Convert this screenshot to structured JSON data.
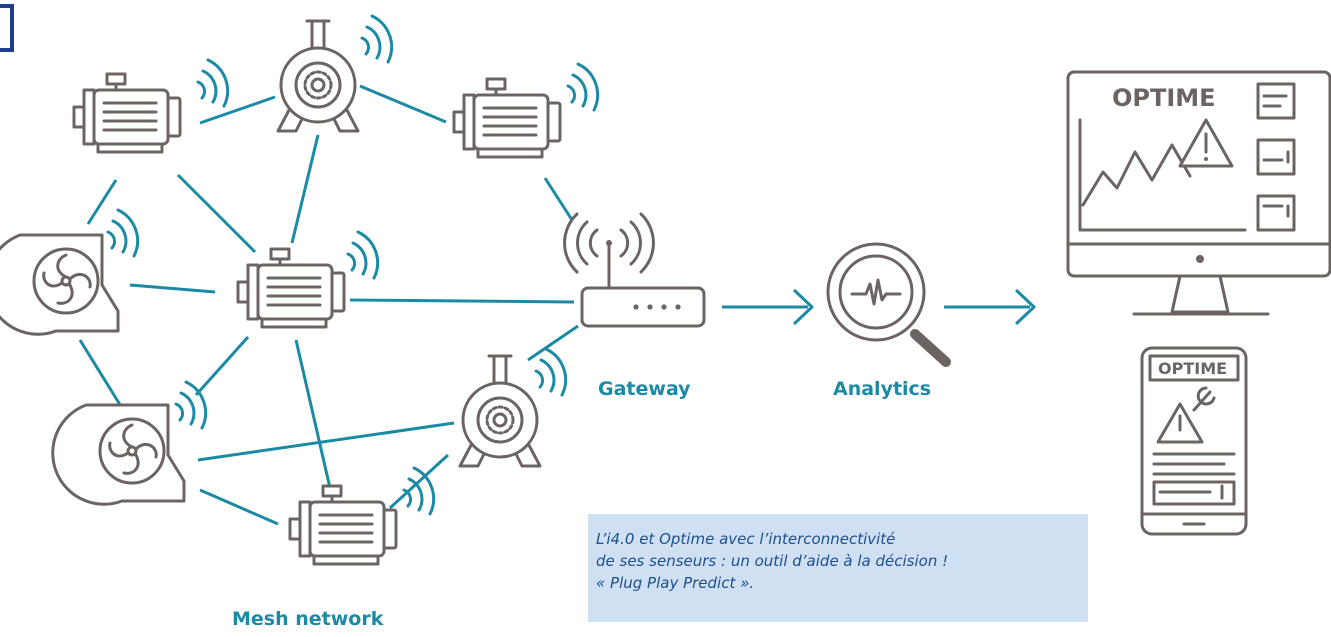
{
  "labels": {
    "gateway": "Gateway",
    "analytics": "Analytics",
    "mesh": "Mesh network"
  },
  "brand": {
    "monitor": "OPTIME",
    "phone": "OPTIME"
  },
  "caption": {
    "line1": "L’i4.0 et Optime avec l’interconnectivité",
    "line2": "de ses senseurs : un outil d’aide à la décision !",
    "line3": "« Plug Play Predict »."
  },
  "colors": {
    "accent": "#1b8aa5",
    "outline": "#6b6462",
    "caption_bg": "#cfe0f3",
    "caption_text": "#1d4f8f",
    "corner_mark": "#1d3e8f"
  }
}
